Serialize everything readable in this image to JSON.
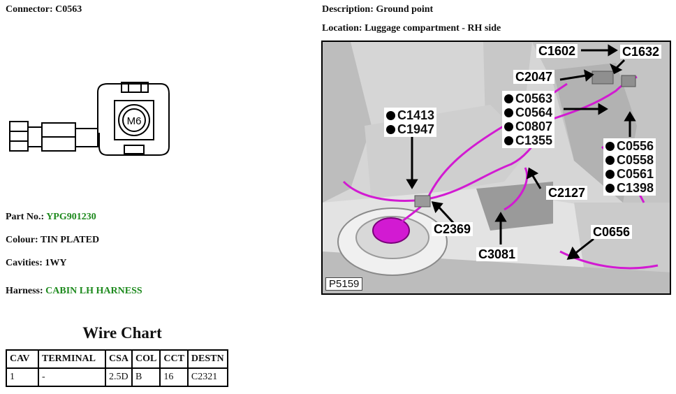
{
  "connector": {
    "label": "Connector:",
    "value": "C0563"
  },
  "connector_symbol": {
    "text": "M6"
  },
  "description": {
    "label": "Description:",
    "value": "Ground point"
  },
  "location": {
    "label": "Location:",
    "value": "Luggage compartment - RH side"
  },
  "part_no": {
    "label": "Part No.:",
    "value": "YPG901230"
  },
  "colour": {
    "label": "Colour:",
    "value": "TIN PLATED"
  },
  "cavities": {
    "label": "Cavities:",
    "value": "1WY"
  },
  "harness": {
    "label": "Harness:",
    "value": "CABIN LH HARNESS"
  },
  "photo": {
    "ref_code": "P5159",
    "callouts": {
      "c1602": "C1602",
      "c1632": "C1632",
      "c2047": "C2047",
      "group_a": [
        "C0563",
        "C0564",
        "C0807",
        "C1355"
      ],
      "group_b": [
        "C1413",
        "C1947"
      ],
      "group_c": [
        "C0556",
        "C0558",
        "C0561",
        "C1398"
      ],
      "c2127": "C2127",
      "c2369": "C2369",
      "c3081": "C3081",
      "c0656": "C0656"
    }
  },
  "wire_chart": {
    "title": "Wire Chart",
    "headers": [
      "CAV",
      "TERMINAL",
      "CSA",
      "COL",
      "CCT",
      "DESTN"
    ],
    "rows": [
      [
        "1",
        "-",
        "2.5D",
        "B",
        "16",
        "C2321"
      ]
    ]
  },
  "colors": {
    "value_green": "#1e8a1e",
    "harness_magenta": "#d21ad2"
  }
}
